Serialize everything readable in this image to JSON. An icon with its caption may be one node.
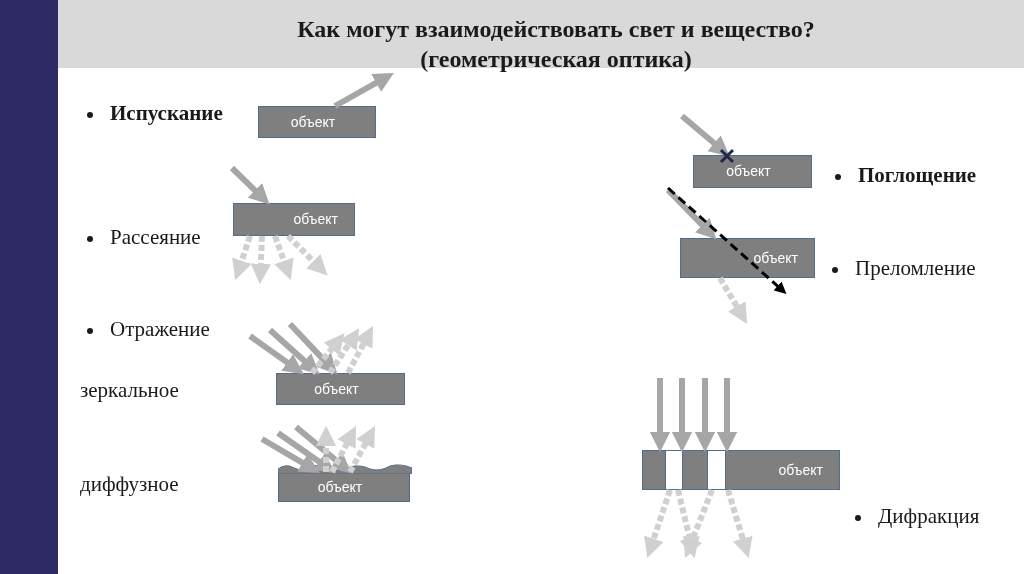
{
  "diagram": {
    "title": "Как могут взаимодействовать свет и вещество? (геометрическая оптика)",
    "nodes": [
      {
        "text": [
          "объект"
        ]
      },
      {
        "text": [
          "объект"
        ]
      },
      {
        "text": [
          "объект"
        ]
      },
      {
        "text": [
          "объект"
        ]
      },
      {
        "text": [
          "объект"
        ]
      },
      {
        "text": [
          "объект"
        ]
      },
      {
        "text": [
          "объект"
        ]
      }
    ],
    "edges": [
      {
        "from": 0,
        "to": null,
        "arrow": "to"
      },
      {
        "from": null,
        "to": 1,
        "arrow": "to"
      },
      {
        "from": 1,
        "to": null,
        "arrow": "to",
        "style": "dashed",
        "color": "#d0d0d0"
      },
      {
        "from": 1,
        "to": null,
        "arrow": "to",
        "style": "dashed",
        "color": "#d0d0d0"
      },
      {
        "from": 1,
        "to": null,
        "arrow": "to",
        "style": "dashed",
        "color": "#d0d0d0"
      },
      {
        "from": 1,
        "to": null,
        "arrow": "to",
        "style": "dashed",
        "color": "#d0d0d0"
      },
      {
        "from": null,
        "to": 2,
        "arrow": "to"
      },
      {
        "from": null,
        "to": 2,
        "arrow": "to"
      },
      {
        "from": null,
        "to": 2,
        "arrow": "to"
      },
      {
        "from": 2,
        "to": null,
        "arrow": "to",
        "style": "dashed",
        "color": "#d0d0d0"
      },
      {
        "from": 2,
        "to": null,
        "arrow": "to",
        "style": "dashed",
        "color": "#d0d0d0"
      },
      {
        "from": 2,
        "to": null,
        "arrow": "to",
        "style": "dashed",
        "color": "#d0d0d0"
      },
      {
        "from": null,
        "to": 3,
        "arrow": "to"
      },
      {
        "from": null,
        "to": 3,
        "arrow": "to"
      },
      {
        "from": null,
        "to": 3,
        "arrow": "to"
      },
      {
        "from": 3,
        "to": null,
        "arrow": "to",
        "style": "dashed",
        "color": "#d0d0d0"
      },
      {
        "from": 3,
        "to": null,
        "arrow": "to",
        "style": "dashed",
        "color": "#d0d0d0"
      },
      {
        "from": 3,
        "to": null,
        "arrow": "to",
        "style": "dashed",
        "color": "#d0d0d0"
      },
      {
        "from": null,
        "to": 4,
        "arrow": "to"
      },
      {
        "from": null,
        "to": 5,
        "arrow": "to"
      },
      {
        "from": 5,
        "to": null,
        "arrow": "to",
        "style": "dashed",
        "color": "#d0d0d0"
      },
      {
        "from": null,
        "to": 6,
        "arrow": "to"
      },
      {
        "from": null,
        "to": 6,
        "arrow": "to"
      },
      {
        "from": null,
        "to": 6,
        "arrow": "to"
      },
      {
        "from": null,
        "to": 6,
        "arrow": "to"
      },
      {
        "from": 6,
        "to": null,
        "arrow": "to",
        "style": "dashed",
        "color": "#d0d0d0"
      },
      {
        "from": 6,
        "to": null,
        "arrow": "to",
        "style": "dashed",
        "color": "#d0d0d0"
      },
      {
        "from": 6,
        "to": null,
        "arrow": "to",
        "style": "dashed",
        "color": "#d0d0d0"
      },
      {
        "from": 6,
        "to": null,
        "arrow": "to",
        "style": "dashed",
        "color": "#d0d0d0"
      }
    ],
    "labels": [
      "Испускание",
      "Рассеяние",
      "Отражение",
      "зеркальное",
      "диффузное",
      "Поглощение",
      "Преломление",
      "Дифракция"
    ]
  }
}
